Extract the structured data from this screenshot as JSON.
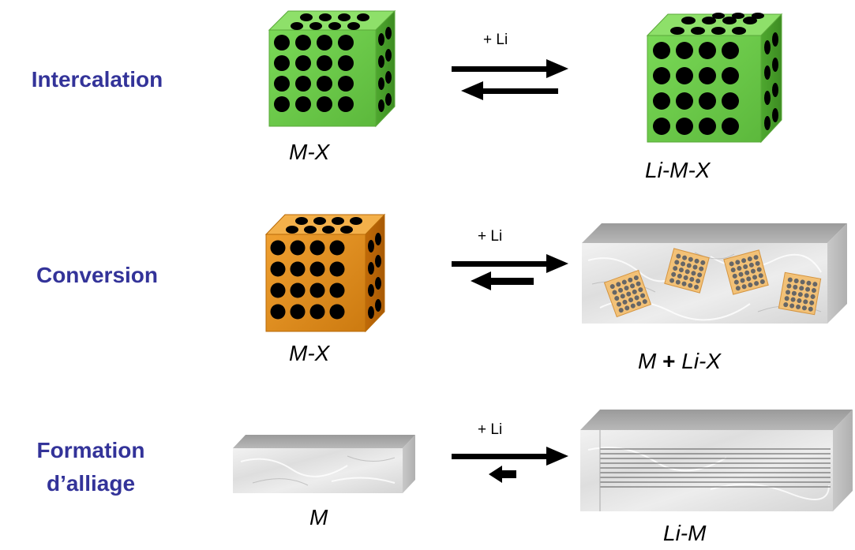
{
  "rows": [
    {
      "label_lines": [
        "Intercalation"
      ],
      "reactant": "M-X",
      "product": "Li-M-X",
      "arrow_label": "+ Li"
    },
    {
      "label_lines": [
        "Conversion"
      ],
      "reactant": "M-X",
      "product_parts": [
        "M",
        "+",
        "Li-X"
      ],
      "arrow_label": "+ Li"
    },
    {
      "label_lines": [
        "Formation",
        "d’alliage"
      ],
      "reactant": "M",
      "product": "Li-M",
      "arrow_label": "+ Li"
    }
  ],
  "colors": {
    "label": "#333399",
    "intercalation_cube": "#66cc44",
    "conversion_cube": "#dd8811",
    "atom": "#000000",
    "slab": "#dcdcdc"
  }
}
